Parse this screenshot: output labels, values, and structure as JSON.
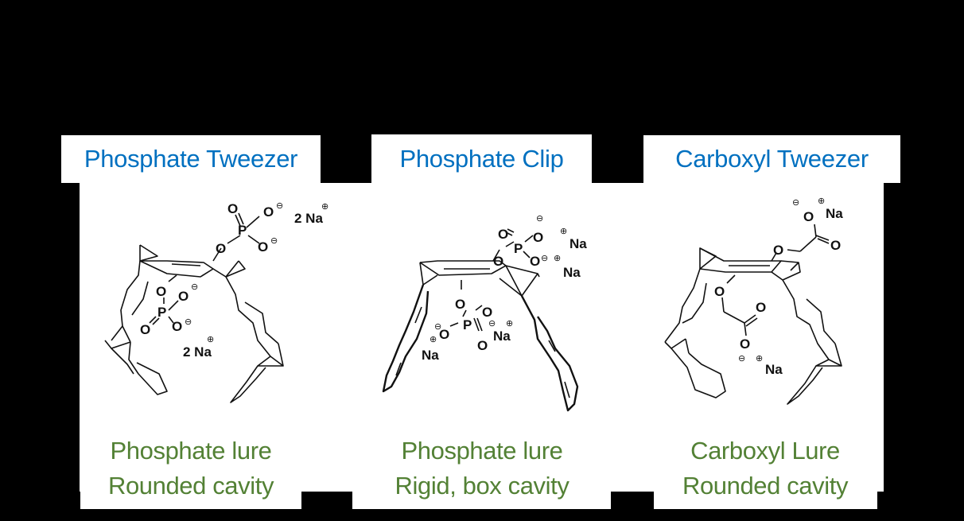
{
  "colors": {
    "background": "#000000",
    "panel": "#ffffff",
    "title_text": "#0070C0",
    "caption_text": "#538135"
  },
  "panels": [
    {
      "title": "Phosphate Tweezer",
      "caption_line1": "Phosphate lure",
      "caption_line2": "Rounded cavity",
      "molecule": {
        "groups": [
          "O",
          "P",
          "O",
          "O",
          "O"
        ],
        "counterion_top": "2 Na",
        "counterion_inner": "2 Na",
        "charge_neg": "⊖",
        "charge_pos": "⊕"
      }
    },
    {
      "title": "Phosphate Clip",
      "caption_line1": "Phosphate lure",
      "caption_line2": "Rigid, box cavity",
      "molecule": {
        "counterions": [
          "Na",
          "Na",
          "Na",
          "Na"
        ],
        "charge_neg": "⊖",
        "charge_pos": "⊕"
      }
    },
    {
      "title": "Carboxyl Tweezer",
      "caption_line1": "Carboxyl Lure",
      "caption_line2": "Rounded cavity",
      "molecule": {
        "counterions": [
          "Na",
          "Na"
        ],
        "charge_neg": "⊖",
        "charge_pos": "⊕"
      }
    }
  ],
  "atoms": {
    "O": "O",
    "P": "P",
    "Na": "Na",
    "two_na": "2 Na"
  }
}
